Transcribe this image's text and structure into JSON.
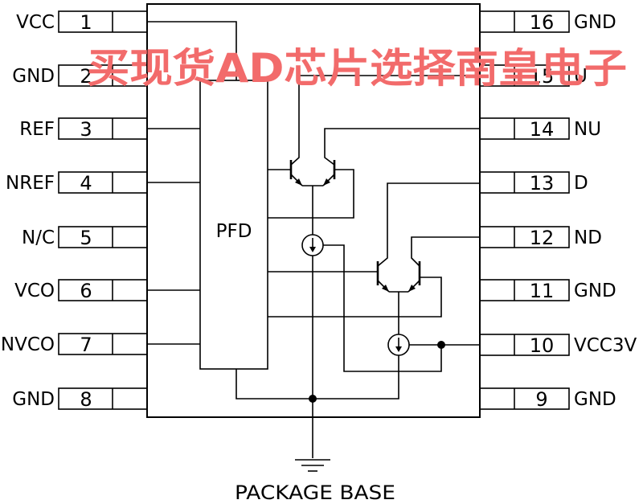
{
  "watermark": "买现货AD芯片选择南皇电子",
  "pfd_label": "PFD",
  "package_base_label": "PACKAGE BASE",
  "pins_left": [
    {
      "number": "1",
      "label": "VCC"
    },
    {
      "number": "2",
      "label": "GND"
    },
    {
      "number": "3",
      "label": "REF"
    },
    {
      "number": "4",
      "label": "NREF"
    },
    {
      "number": "5",
      "label": "N/C"
    },
    {
      "number": "6",
      "label": "VCO"
    },
    {
      "number": "7",
      "label": "NVCO"
    },
    {
      "number": "8",
      "label": "GND"
    }
  ],
  "pins_right": [
    {
      "number": "16",
      "label": "GND"
    },
    {
      "number": "15",
      "label": "U"
    },
    {
      "number": "14",
      "label": "NU"
    },
    {
      "number": "13",
      "label": "D"
    },
    {
      "number": "12",
      "label": "ND"
    },
    {
      "number": "11",
      "label": "GND"
    },
    {
      "number": "10",
      "label": "VCC3V"
    },
    {
      "number": "9",
      "label": "GND"
    }
  ],
  "colors": {
    "line": "#000000",
    "watermark": "#f26b6b",
    "background": "#ffffff"
  }
}
